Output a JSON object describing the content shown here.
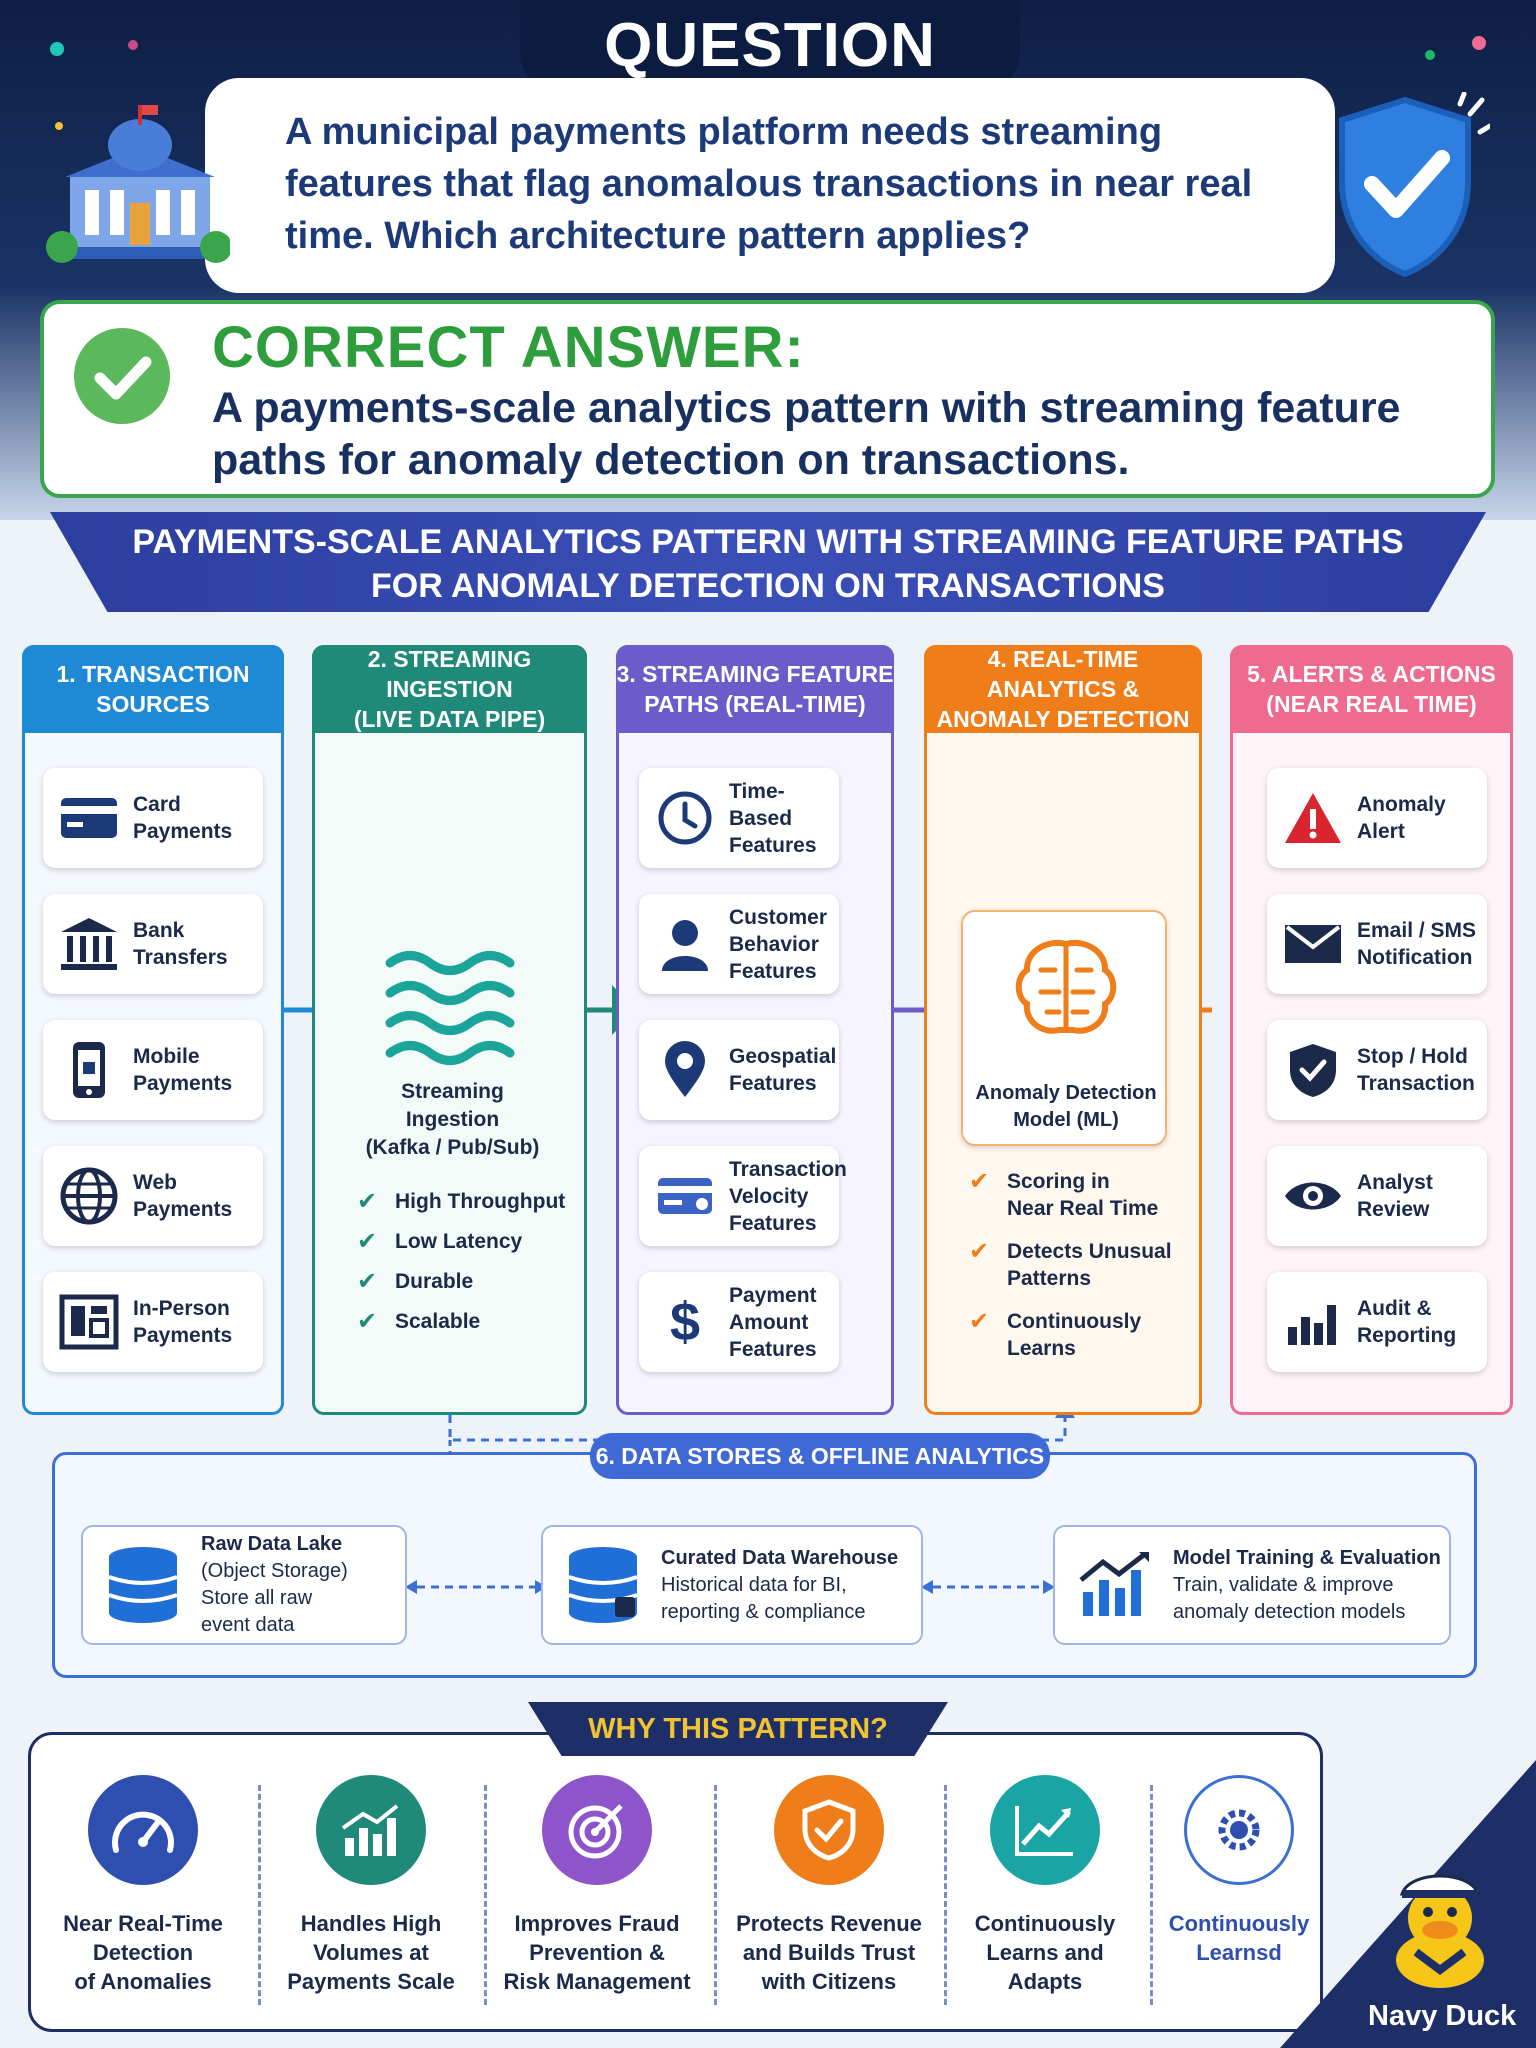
{
  "question": {
    "banner": "QUESTION",
    "text": "A municipal payments platform needs streaming features that flag anomalous transactions in near real time. Which architecture pattern applies?"
  },
  "answer": {
    "title": "CORRECT ANSWER:",
    "text": "A payments-scale analytics pattern with streaming feature paths for anomaly detection on transactions."
  },
  "main_title_line1": "PAYMENTS-SCALE ANALYTICS PATTERN WITH STREAMING FEATURE PATHS",
  "main_title_line2": "FOR ANOMALY DETECTION ON TRANSACTIONS",
  "columns": {
    "sources": {
      "title_line1": "1. TRANSACTION",
      "title_line2": "SOURCES",
      "color": "#1e8ad6",
      "items": [
        "Card\nPayments",
        "Bank\nTransfers",
        "Mobile\nPayments",
        "Web\nPayments",
        "In-Person\nPayments"
      ]
    },
    "ingestion": {
      "title_line1": "2. STREAMING INGESTION",
      "title_line2": "(LIVE DATA PIPE)",
      "color": "#1f8a7a",
      "label": "Streaming\nIngestion\n(Kafka / Pub/Sub)",
      "checks": [
        "High Throughput",
        "Low Latency",
        "Durable",
        "Scalable"
      ]
    },
    "features": {
      "title_line1": "3. STREAMING FEATURE",
      "title_line2": "PATHS (REAL-TIME)",
      "color": "#6a5cc9",
      "items": [
        "Time-Based\nFeatures",
        "Customer\nBehavior\nFeatures",
        "Geospatial\nFeatures",
        "Transaction\nVelocity\nFeatures",
        "Payment\nAmount\nFeatures"
      ]
    },
    "detection": {
      "title_line1": "4. REAL-TIME ANALYTICS &",
      "title_line2": "ANOMALY DETECTION",
      "color": "#ef7d1a",
      "model_label": "Anomaly Detection\nModel (ML)",
      "checks": [
        "Scoring in\nNear Real Time",
        "Detects Unusual\nPatterns",
        "Continuously\nLearns"
      ]
    },
    "alerts": {
      "title_line1": "5. ALERTS & ACTIONS",
      "title_line2": "(NEAR REAL TIME)",
      "color": "#ee6b8f",
      "items": [
        "Anomaly\nAlert",
        "Email / SMS\nNotification",
        "Stop / Hold\nTransaction",
        "Analyst\nReview",
        "Audit &\nReporting"
      ]
    }
  },
  "data_stores": {
    "title": "6. DATA STORES & OFFLINE ANALYTICS",
    "lake": {
      "title": "Raw Data Lake",
      "line2": "(Object Storage)",
      "line3": "Store all raw",
      "line4": "event data"
    },
    "warehouse": {
      "title": "Curated Data Warehouse",
      "line2": "Historical data for BI,",
      "line3": "reporting & compliance"
    },
    "training": {
      "title": "Model Training & Evaluation",
      "line2": "Train, validate & improve",
      "line3": "anomaly detection models"
    }
  },
  "why": {
    "title": "WHY THIS PATTERN?",
    "items": [
      {
        "label": "Near Real-Time\nDetection\nof Anomalies",
        "color": "#2f4fb0",
        "icon": "speedometer-icon"
      },
      {
        "label": "Handles High\nVolumes at\nPayments Scale",
        "color": "#1f8a7a",
        "icon": "bar-chart-icon"
      },
      {
        "label": "Improves Fraud\nPrevention &\nRisk Management",
        "color": "#8d55c9",
        "icon": "target-icon"
      },
      {
        "label": "Protects Revenue\nand Builds Trust\nwith Citizens",
        "color": "#ef7d1a",
        "icon": "shield-check-icon"
      },
      {
        "label": "Continuously\nLearns and\nAdapts",
        "color": "#1ba4a4",
        "icon": "trend-up-icon"
      },
      {
        "label": "Continuously\nLearnsd",
        "color": "#ffffff",
        "icon": "gear-brain-icon"
      }
    ]
  },
  "brand": "Navy Duck"
}
